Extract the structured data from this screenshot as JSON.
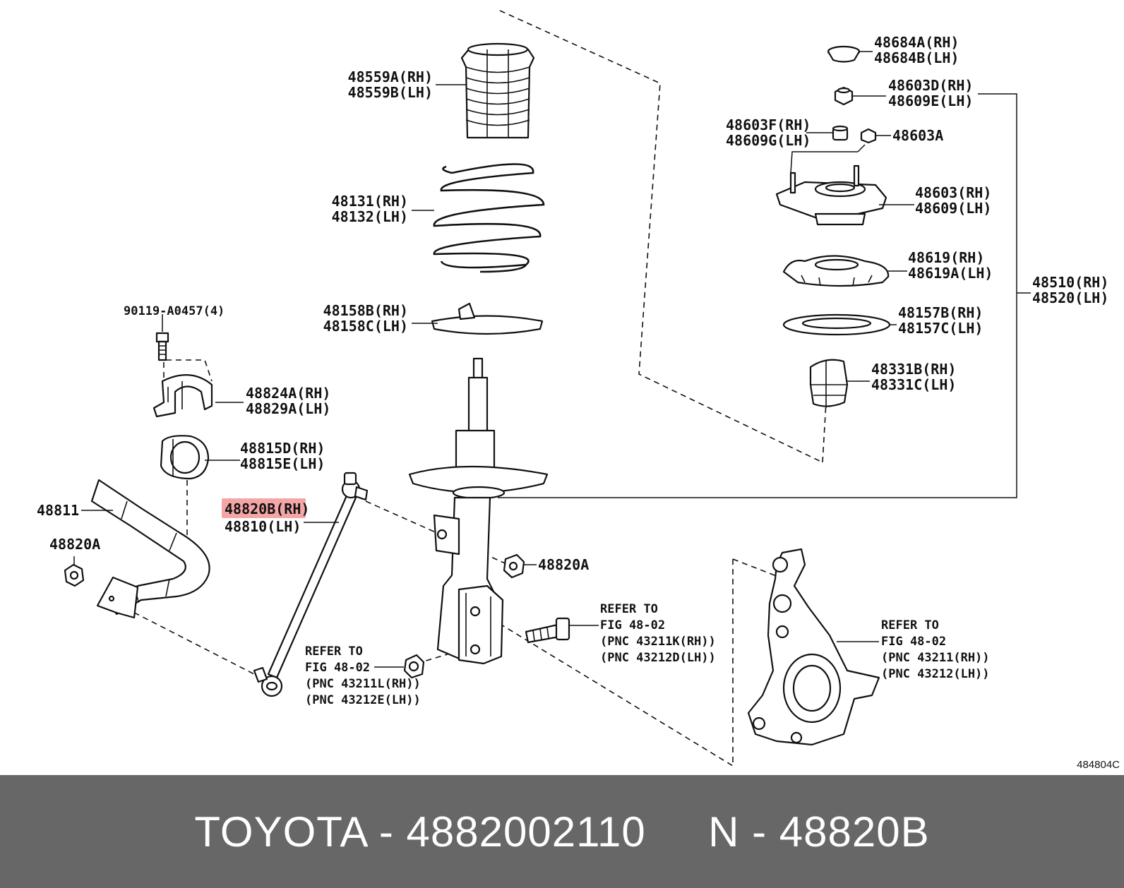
{
  "diagram": {
    "image_code": "484804C",
    "highlight_color": "#f4a6a6",
    "labels": {
      "p48559": [
        "48559A(RH)",
        "48559B(LH)"
      ],
      "p48131": [
        "48131(RH)",
        "48132(LH)"
      ],
      "p48158": [
        "48158B(RH)",
        "48158C(LH)"
      ],
      "p90119": [
        "90119-A0457(4)"
      ],
      "p48824": [
        "48824A(RH)",
        "48829A(LH)"
      ],
      "p48815": [
        "48815D(RH)",
        "48815E(LH)"
      ],
      "p48811": [
        "48811"
      ],
      "p48820a_left": [
        "48820A"
      ],
      "p48820b": [
        "48820B(RH)",
        "48810(LH)"
      ],
      "p48820a_mid": [
        "48820A"
      ],
      "ref_bolt": [
        "REFER TO",
        "FIG 48-02",
        "(PNC 43211K(RH))",
        "(PNC 43212D(LH))"
      ],
      "ref_nut": [
        "REFER TO",
        "FIG 48-02",
        "(PNC 43211L(RH))",
        "(PNC 43212E(LH))"
      ],
      "ref_knuckle": [
        "REFER TO",
        "FIG 48-02",
        "(PNC 43211(RH))",
        "(PNC 43212(LH))"
      ],
      "p48684": [
        "48684A(RH)",
        "48684B(LH)"
      ],
      "p48603d": [
        "48603D(RH)",
        "48609E(LH)"
      ],
      "p48603f": [
        "48603F(RH)",
        "48609G(LH)"
      ],
      "p48603a": [
        "48603A"
      ],
      "p48603": [
        "48603(RH)",
        "48609(LH)"
      ],
      "p48619": [
        "48619(RH)",
        "48619A(LH)"
      ],
      "p48157": [
        "48157B(RH)",
        "48157C(LH)"
      ],
      "p48331": [
        "48331B(RH)",
        "48331C(LH)"
      ],
      "p48510": [
        "48510(RH)",
        "48520(LH)"
      ]
    }
  },
  "footer": {
    "text": "TOYOTA - 4882002110     N - 48820B"
  }
}
